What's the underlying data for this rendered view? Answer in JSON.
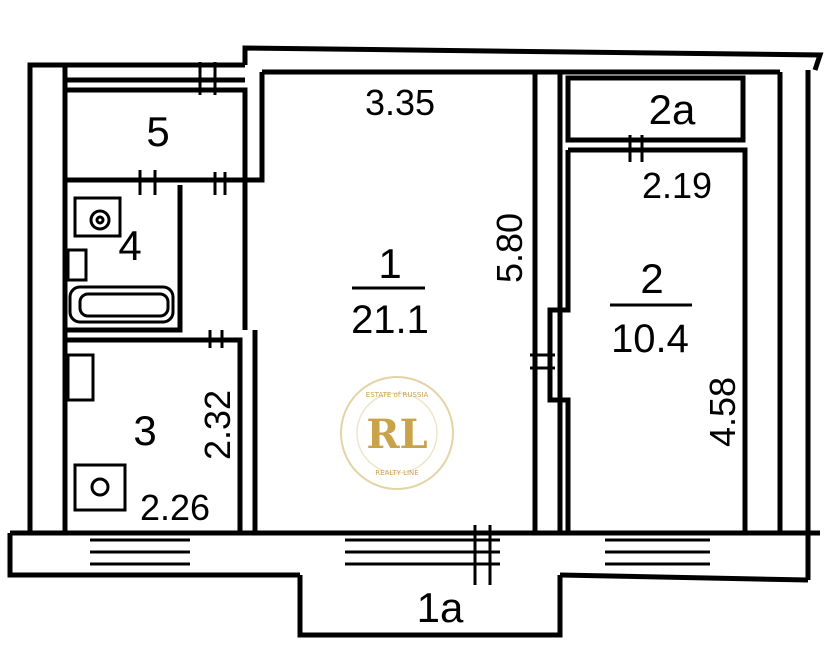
{
  "rooms": {
    "r1": {
      "number": "1",
      "area": "21.1"
    },
    "r2": {
      "number": "2",
      "area": "10.4"
    },
    "r2a": {
      "number": "2a"
    },
    "r3": {
      "number": "3"
    },
    "r4": {
      "number": "4"
    },
    "r5": {
      "number": "5"
    },
    "r1a": {
      "number": "1a"
    }
  },
  "dimensions": {
    "room1_width": "3.35",
    "room1_length": "5.80",
    "room2_width": "2.19",
    "room2_length": "4.58",
    "room3_width": "2.26",
    "room3_length": "2.32"
  },
  "watermark": {
    "monogram": "RL",
    "ring_top": "ESTATE of RUSSIA",
    "ring_bottom": "REALTY LINE"
  },
  "colors": {
    "lines": "#000000",
    "background": "#ffffff",
    "watermark_gold": "#c9a24a",
    "watermark_dark": "#a6801f"
  }
}
